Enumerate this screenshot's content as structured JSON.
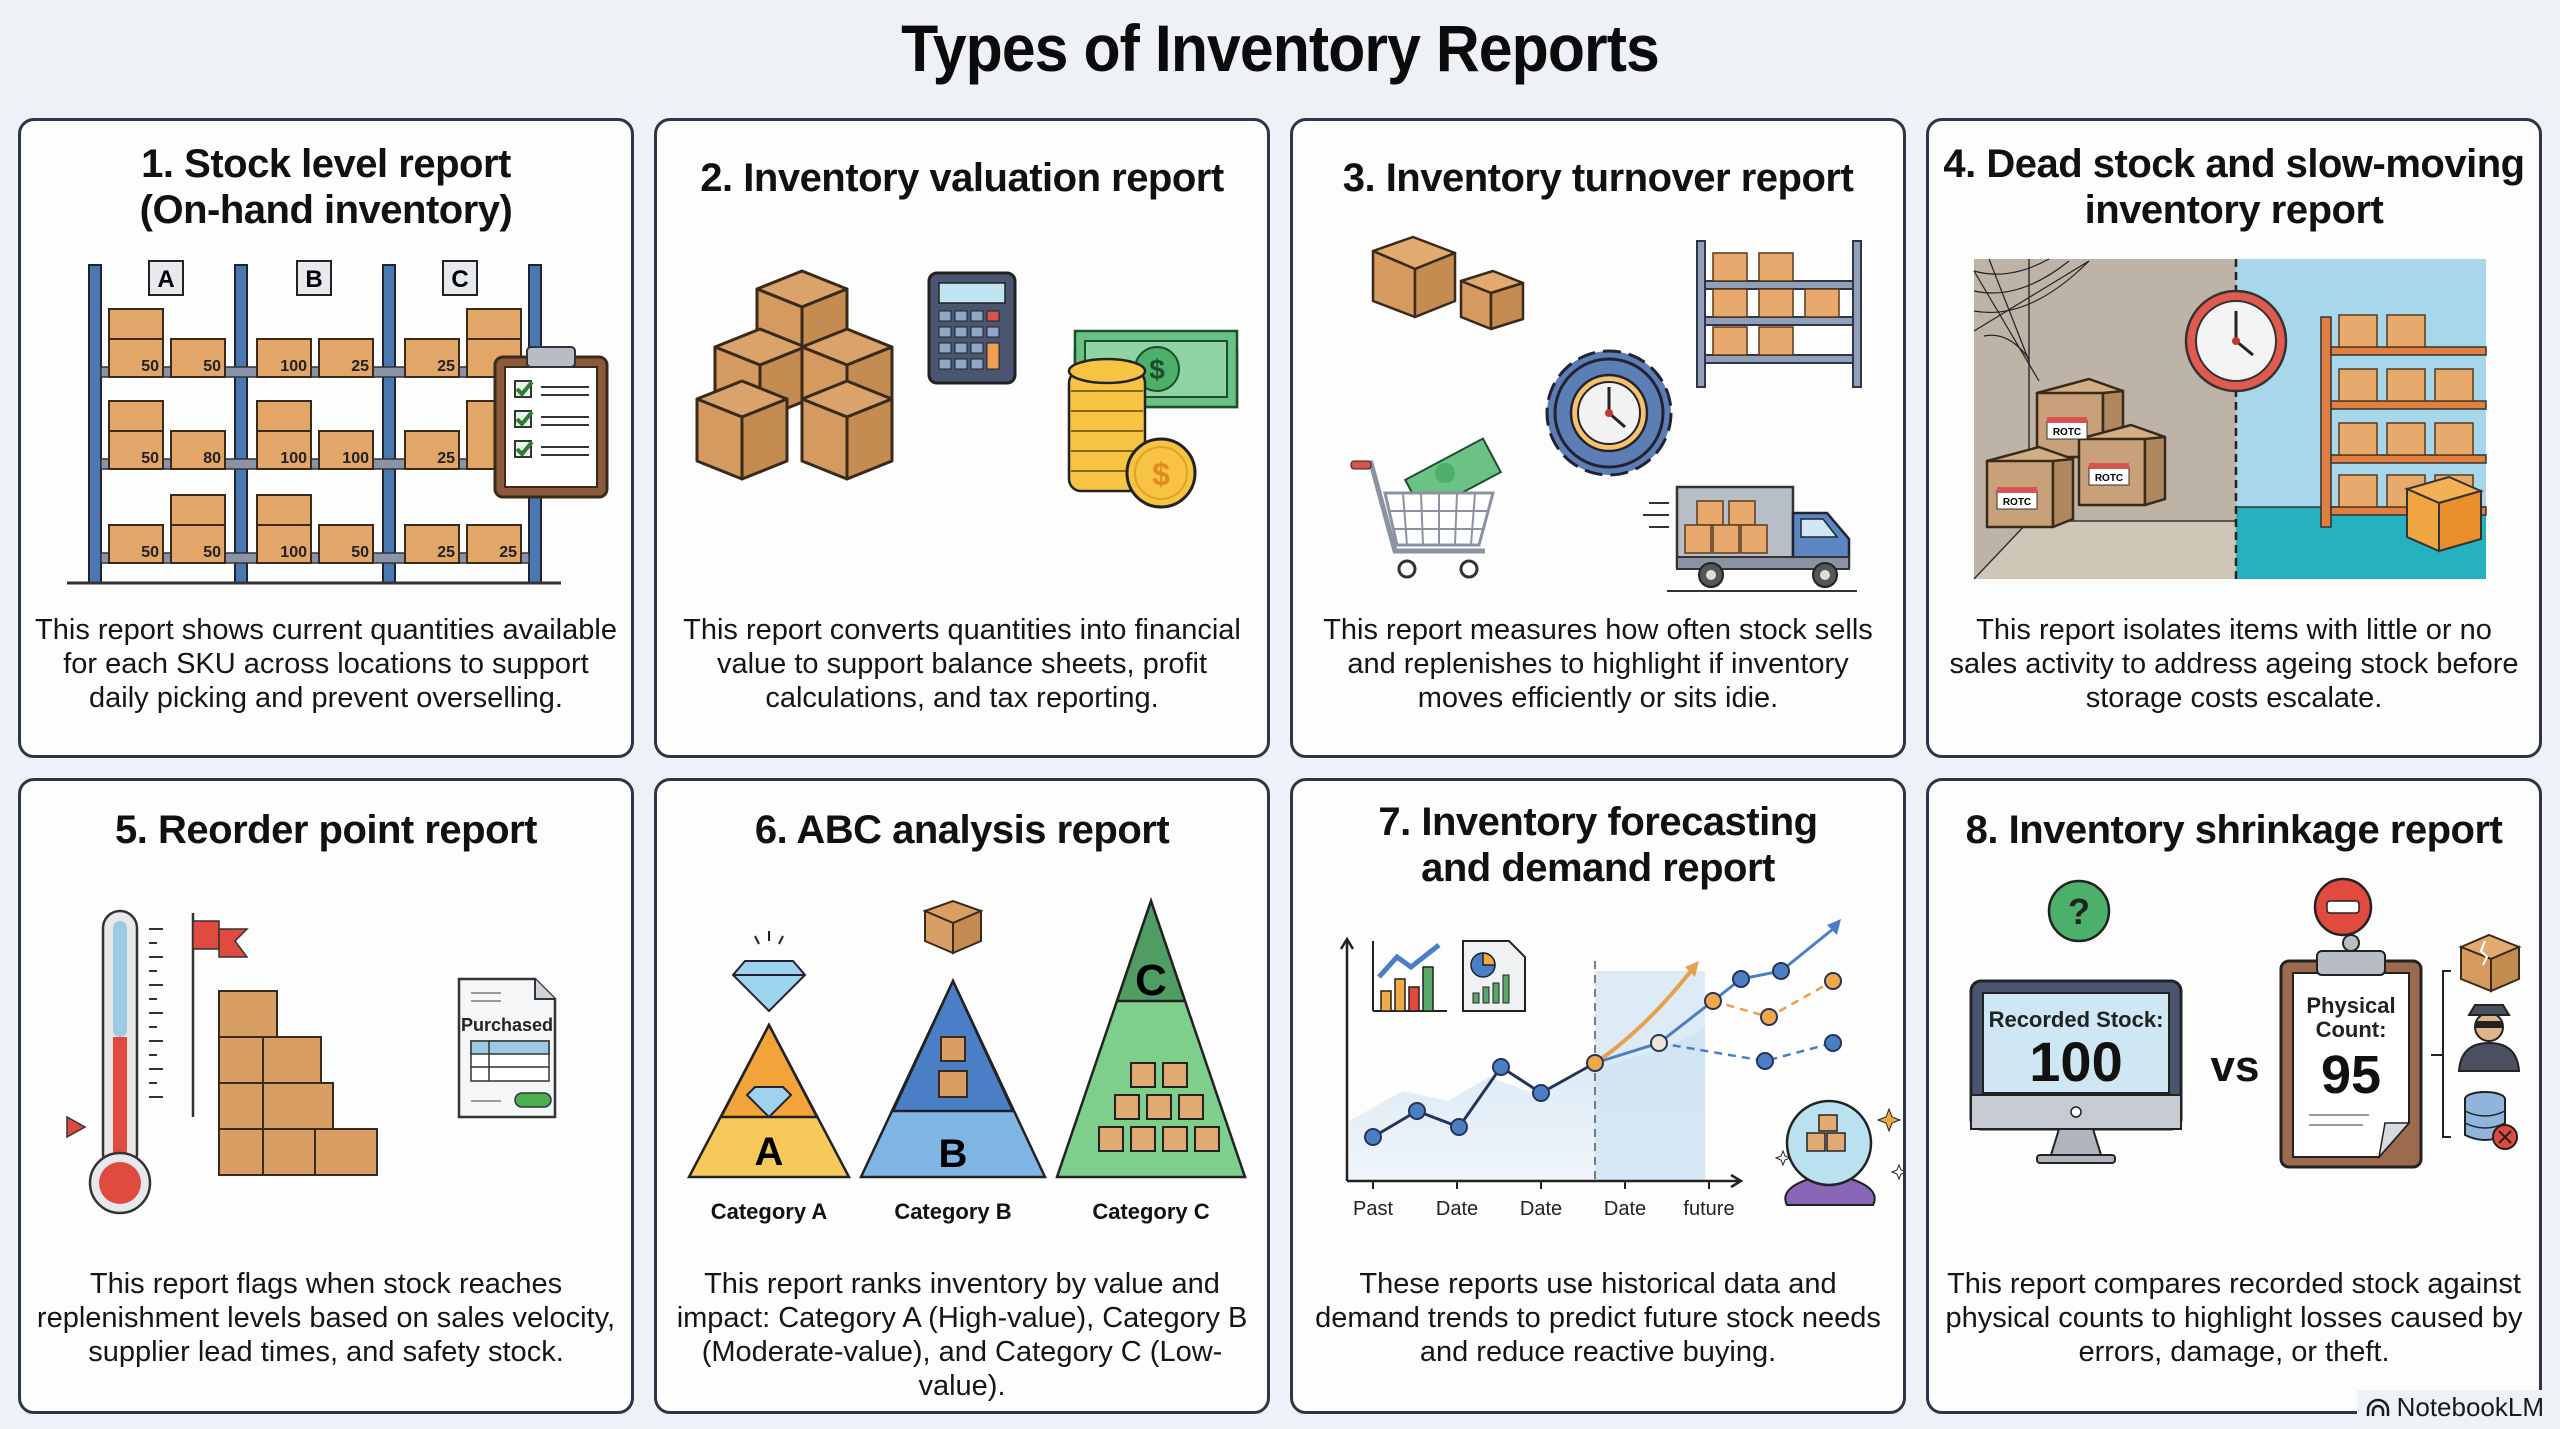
{
  "page": {
    "title": "Types of Inventory Reports",
    "background_color": "#eef1f5",
    "card_border_color": "#2f3548"
  },
  "cards": [
    {
      "number": 1,
      "title_line1": "1. Stock level report",
      "title_line2": "(On-hand inventory)",
      "description": "This report shows current quantities available for each SKU across locations to support daily picking and prevent overselling.",
      "illustration": {
        "icon": "warehouse-shelving-with-clipboard-icon",
        "aisle_labels": [
          "A",
          "B",
          "C"
        ],
        "shelf_quantities": {
          "A": [
            [
              "50",
              "50"
            ],
            [
              "50",
              "80"
            ],
            [
              "50",
              "50"
            ]
          ],
          "B": [
            [
              "100",
              "25"
            ],
            [
              "100",
              "100"
            ],
            [
              "100",
              "50"
            ]
          ],
          "C": [
            [
              "25",
              ""
            ],
            [
              "25",
              ""
            ],
            [
              "25",
              "25"
            ]
          ]
        }
      }
    },
    {
      "number": 2,
      "title_line1": "2. Inventory valuation report",
      "description": "This report converts quantities into financial value to support balance sheets, profit calculations, and tax reporting.",
      "illustration": {
        "icons": [
          "stacked-boxes-icon",
          "calculator-icon",
          "cash-and-coins-icon"
        ],
        "currency_symbol": "$"
      }
    },
    {
      "number": 3,
      "title_line1": "3. Inventory turnover report",
      "description": "This report measures how often stock sells and replenishes to highlight if inventory moves efficiently or sits idie.",
      "illustration": {
        "icons": [
          "boxes-icon",
          "shelf-icon",
          "gear-clock-icon",
          "shopping-cart-cash-icon",
          "delivery-truck-icon"
        ]
      }
    },
    {
      "number": 4,
      "title_line1": "4. Dead stock and slow-moving",
      "title_line2": "inventory report",
      "description": "This report isolates items with little or no sales activity to address ageing stock before storage costs escalate.",
      "illustration": {
        "icons": [
          "cobweb-icon",
          "dusty-boxes-icon",
          "wall-clock-icon",
          "stocked-shelf-icon"
        ],
        "box_label": "ROTC"
      }
    },
    {
      "number": 5,
      "title_line1": "5. Reorder point report",
      "description": "This report flags when stock reaches replenishment levels based on sales velocity, supplier lead times, and safety stock.",
      "illustration": {
        "icons": [
          "thermometer-icon",
          "flag-icon",
          "box-stack-icon",
          "purchase-order-icon"
        ],
        "document_label": "Purchased"
      }
    },
    {
      "number": 6,
      "title_line1": "6. ABC analysis report",
      "description": "This report ranks inventory by value and impact: Category A (High-value), Category B (Moderate-value), and Category C (Low-value).",
      "illustration": {
        "pyramids": [
          {
            "letter": "A",
            "label": "Category A",
            "color": "#f6b93b",
            "icon": "diamond-icon"
          },
          {
            "letter": "B",
            "label": "Category B",
            "color": "#4a86c8",
            "icon": "box-icon"
          },
          {
            "letter": "C",
            "label": "Category C",
            "color": "#5db56c",
            "icon": "many-boxes-icon"
          }
        ]
      }
    },
    {
      "number": 7,
      "title_line1": "7. Inventory forecasting",
      "title_line2": "and demand report",
      "description": "These reports use historical data and demand trends to predict future stock needs and reduce reactive buying.",
      "illustration": {
        "x_tick_labels": [
          "Past",
          "Date",
          "Date",
          "Date",
          "future"
        ],
        "icons": [
          "bar-chart-icon",
          "report-document-icon",
          "crystal-ball-icon"
        ]
      }
    },
    {
      "number": 8,
      "title_line1": "8. Inventory shrinkage report",
      "description": "This report compares recorded stock against physical counts to highlight losses caused by errors, damage, or theft.",
      "illustration": {
        "recorded_label": "Recorded Stock:",
        "recorded_value": "100",
        "vs_label": "vs",
        "physical_label_line1": "Physical",
        "physical_label_line2": "Count:",
        "physical_value": "95",
        "question_mark": "?",
        "causes_icons": [
          "damaged-box-icon",
          "thief-icon",
          "database-error-icon"
        ]
      }
    }
  ],
  "watermark": {
    "label": "NotebookLM"
  }
}
